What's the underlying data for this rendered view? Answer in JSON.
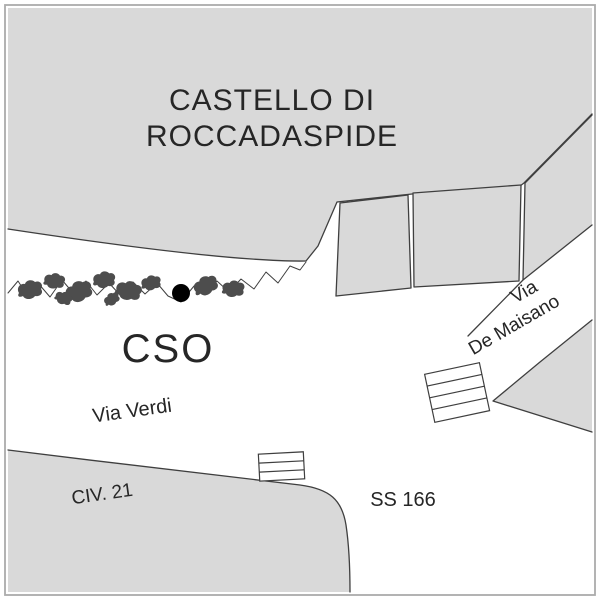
{
  "map": {
    "title": {
      "line1": "CASTELLO DI",
      "line2": "ROCCADASPIDE"
    },
    "labels": {
      "cso": "CSO",
      "via_verdi": "Via Verdi",
      "civ_21": "CIV. 21",
      "ss_166": "SS 166",
      "maisano_line1": "Via",
      "maisano_line2": "De Maisano"
    },
    "colors": {
      "area_fill": "#d9d9d9",
      "outline": "#3f3f3f",
      "marker": "#000000",
      "trees": "#4d4d4d",
      "frame": "#ababab"
    }
  }
}
